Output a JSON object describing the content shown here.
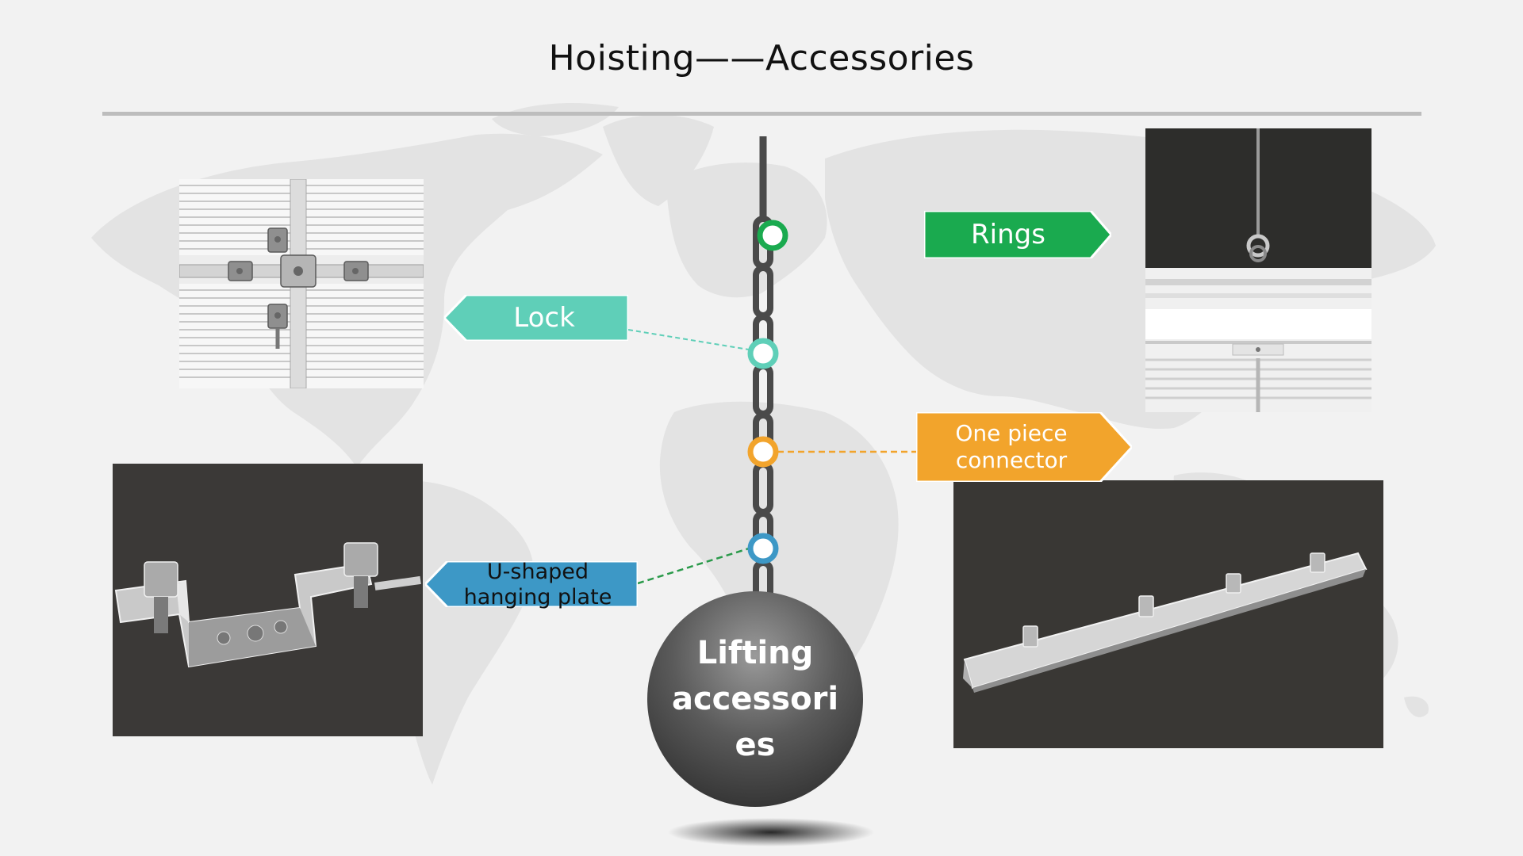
{
  "title": "Hoisting——Accessories",
  "center_label": [
    "Lifting",
    "accessori",
    "es"
  ],
  "accessories": {
    "rings": {
      "label": "Rings",
      "color": "#1aaa4f"
    },
    "lock": {
      "label": "Lock",
      "color": "#5fcfb8"
    },
    "connector": {
      "label_lines": [
        "One piece",
        "connector"
      ],
      "color": "#f2a42c"
    },
    "ushape": {
      "label_lines": [
        "U-shaped",
        "hanging plate"
      ],
      "color": "#3d98c6"
    }
  },
  "colors": {
    "background": "#f2f2f2",
    "map": "#e2e2e2",
    "chain": "#4a4a4a",
    "ball_dark": "#404040",
    "ball_light": "#8a8a8a"
  },
  "icons": {
    "chain": "vertical-chain-icon",
    "markers": [
      "ring-node-icon",
      "lock-node-icon",
      "connector-node-icon",
      "ushape-node-icon"
    ]
  }
}
